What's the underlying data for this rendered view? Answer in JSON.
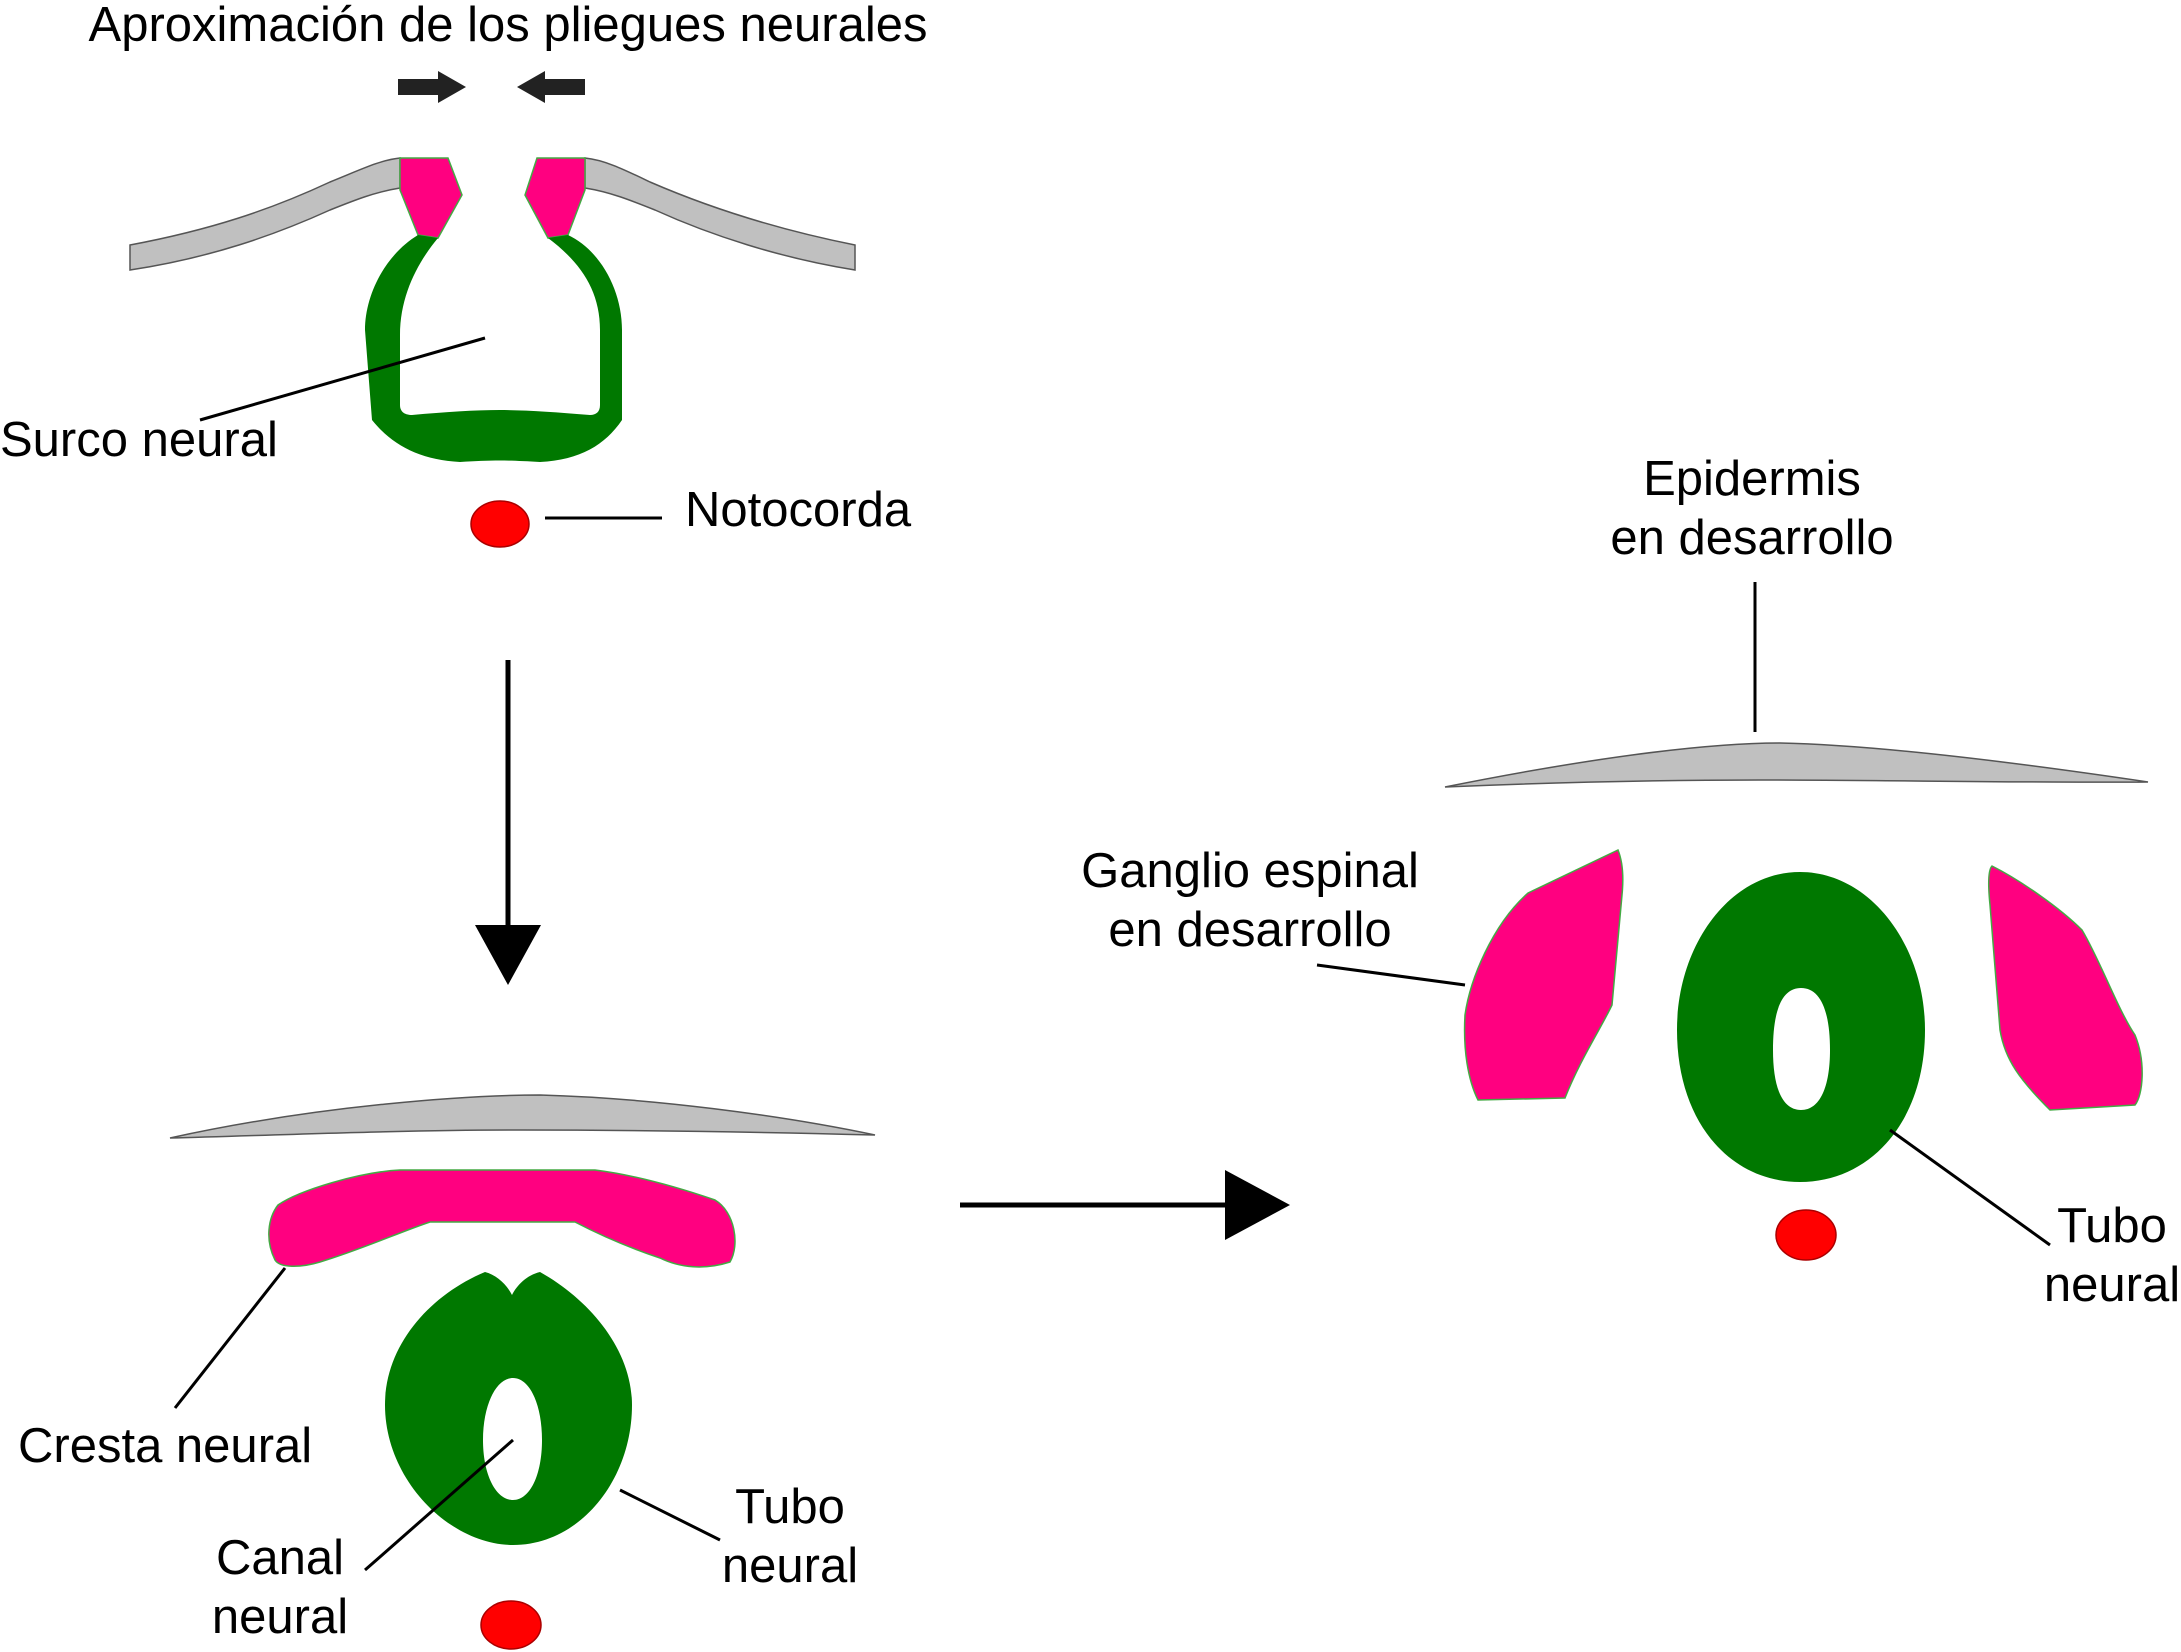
{
  "colors": {
    "epidermis": "#c0c0c0",
    "neural_tube": "#007800",
    "neural_crest": "#ff0080",
    "notochord": "#ff0000",
    "arrows": "#000000"
  },
  "stage1": {
    "title": "Aproximación de los pliegues neurales",
    "surco_neural": "Surco neural",
    "notocorda": "Notocorda"
  },
  "stage2": {
    "cresta_neural": "Cresta neural",
    "canal_neural": [
      "Canal",
      "neural"
    ],
    "tubo_neural": [
      "Tubo",
      "neural"
    ]
  },
  "stage3": {
    "epidermis": [
      "Epidermis",
      "en desarrollo"
    ],
    "ganglio": [
      "Ganglio espinal",
      "en desarrollo"
    ],
    "tubo_neural": [
      "Tubo",
      "neural"
    ]
  }
}
